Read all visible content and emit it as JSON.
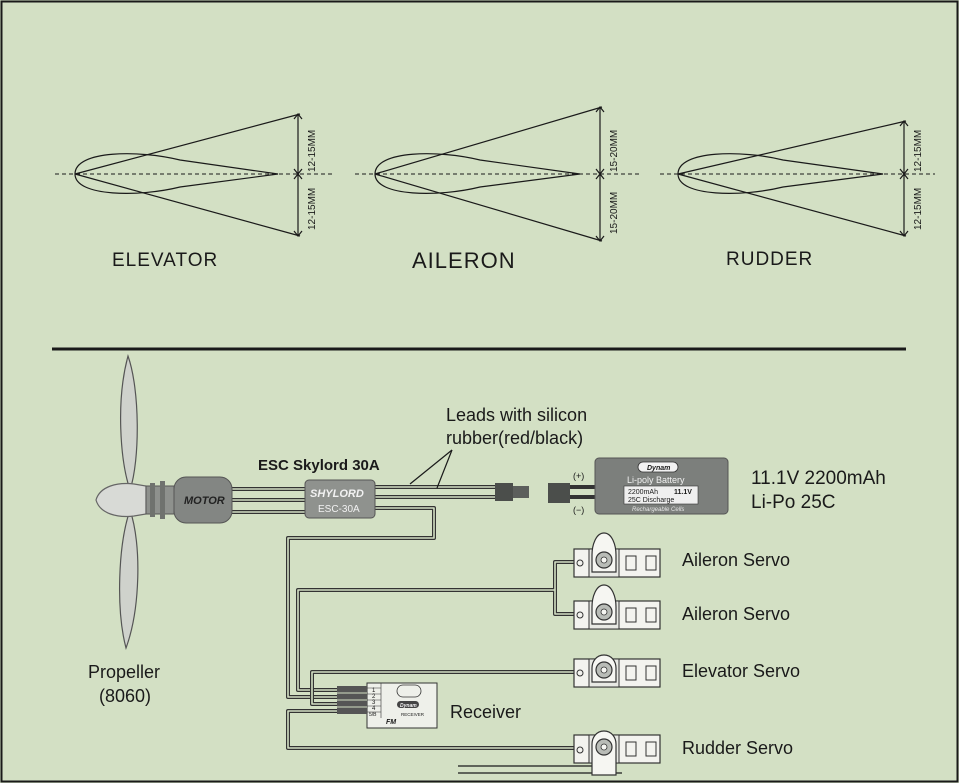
{
  "surfaces": [
    {
      "name": "ELEVATOR",
      "up": "12-15MM",
      "down": "12-15MM"
    },
    {
      "name": "AILERON",
      "up": "15-20MM",
      "down": "15-20MM"
    },
    {
      "name": "RUDDER",
      "up": "12-15MM",
      "down": "12-15MM"
    }
  ],
  "components": {
    "propeller": {
      "line1": "Propeller",
      "line2": "(8060)"
    },
    "motor": {
      "label": "MOTOR"
    },
    "esc": {
      "title": "ESC Skylord 30A",
      "brand": "SHYLORD",
      "model": "ESC-30A"
    },
    "leads_note": {
      "line1": "Leads with silicon",
      "line2": "rubber(red/black)"
    },
    "battery": {
      "brand": "Dynam",
      "type": "Li-poly Battery",
      "capacity": "2200mAh",
      "voltage": "11.1V",
      "discharge": "25C Discharge",
      "note": "Rechargeable Cells",
      "plus": "(+)",
      "minus": "(−)",
      "spec_line1": "11.1V 2200mAh",
      "spec_line2": "Li-Po  25C"
    },
    "receiver": {
      "label": "Receiver",
      "brand": "Dynam",
      "text": "RECEIVER",
      "fm": "FM",
      "channels": [
        "1",
        "2",
        "3",
        "4",
        "5/B"
      ]
    },
    "servos": [
      {
        "label": "Aileron Servo"
      },
      {
        "label": "Aileron Servo"
      },
      {
        "label": "Elevator Servo"
      },
      {
        "label": "Rudder Servo"
      }
    ]
  }
}
